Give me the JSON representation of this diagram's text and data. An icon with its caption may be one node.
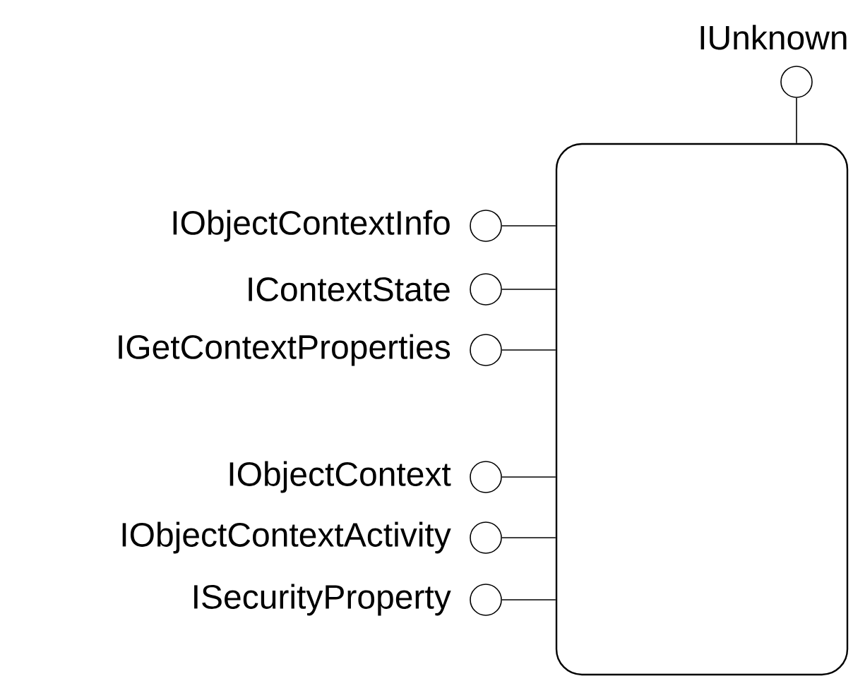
{
  "diagram": {
    "nodes": [
      {
        "text": [],
        "shape": "box"
      },
      {
        "text": [],
        "shape": "circle",
        "beside": [
          "IUnknown"
        ]
      },
      {
        "text": [],
        "shape": "circle",
        "beside": [
          "IObjectContextInfo"
        ]
      },
      {
        "text": [],
        "shape": "circle",
        "beside": [
          "IContextState"
        ]
      },
      {
        "text": [],
        "shape": "circle",
        "beside": [
          "IGetContextProperties"
        ]
      },
      {
        "text": [],
        "shape": "circle",
        "beside": [
          "IObjectContext"
        ]
      },
      {
        "text": [],
        "shape": "circle",
        "beside": [
          "IObjectContextActivity"
        ]
      },
      {
        "text": [],
        "shape": "circle",
        "beside": [
          "ISecurityProperty"
        ]
      }
    ],
    "edges": [
      {
        "from": 1,
        "to": 0,
        "arrow": "none"
      },
      {
        "from": 2,
        "to": 0,
        "arrow": "none"
      },
      {
        "from": 3,
        "to": 0,
        "arrow": "none"
      },
      {
        "from": 4,
        "to": 0,
        "arrow": "none"
      },
      {
        "from": 5,
        "to": 0,
        "arrow": "none"
      },
      {
        "from": 6,
        "to": 0,
        "arrow": "none"
      },
      {
        "from": 7,
        "to": 0,
        "arrow": "none"
      }
    ]
  }
}
